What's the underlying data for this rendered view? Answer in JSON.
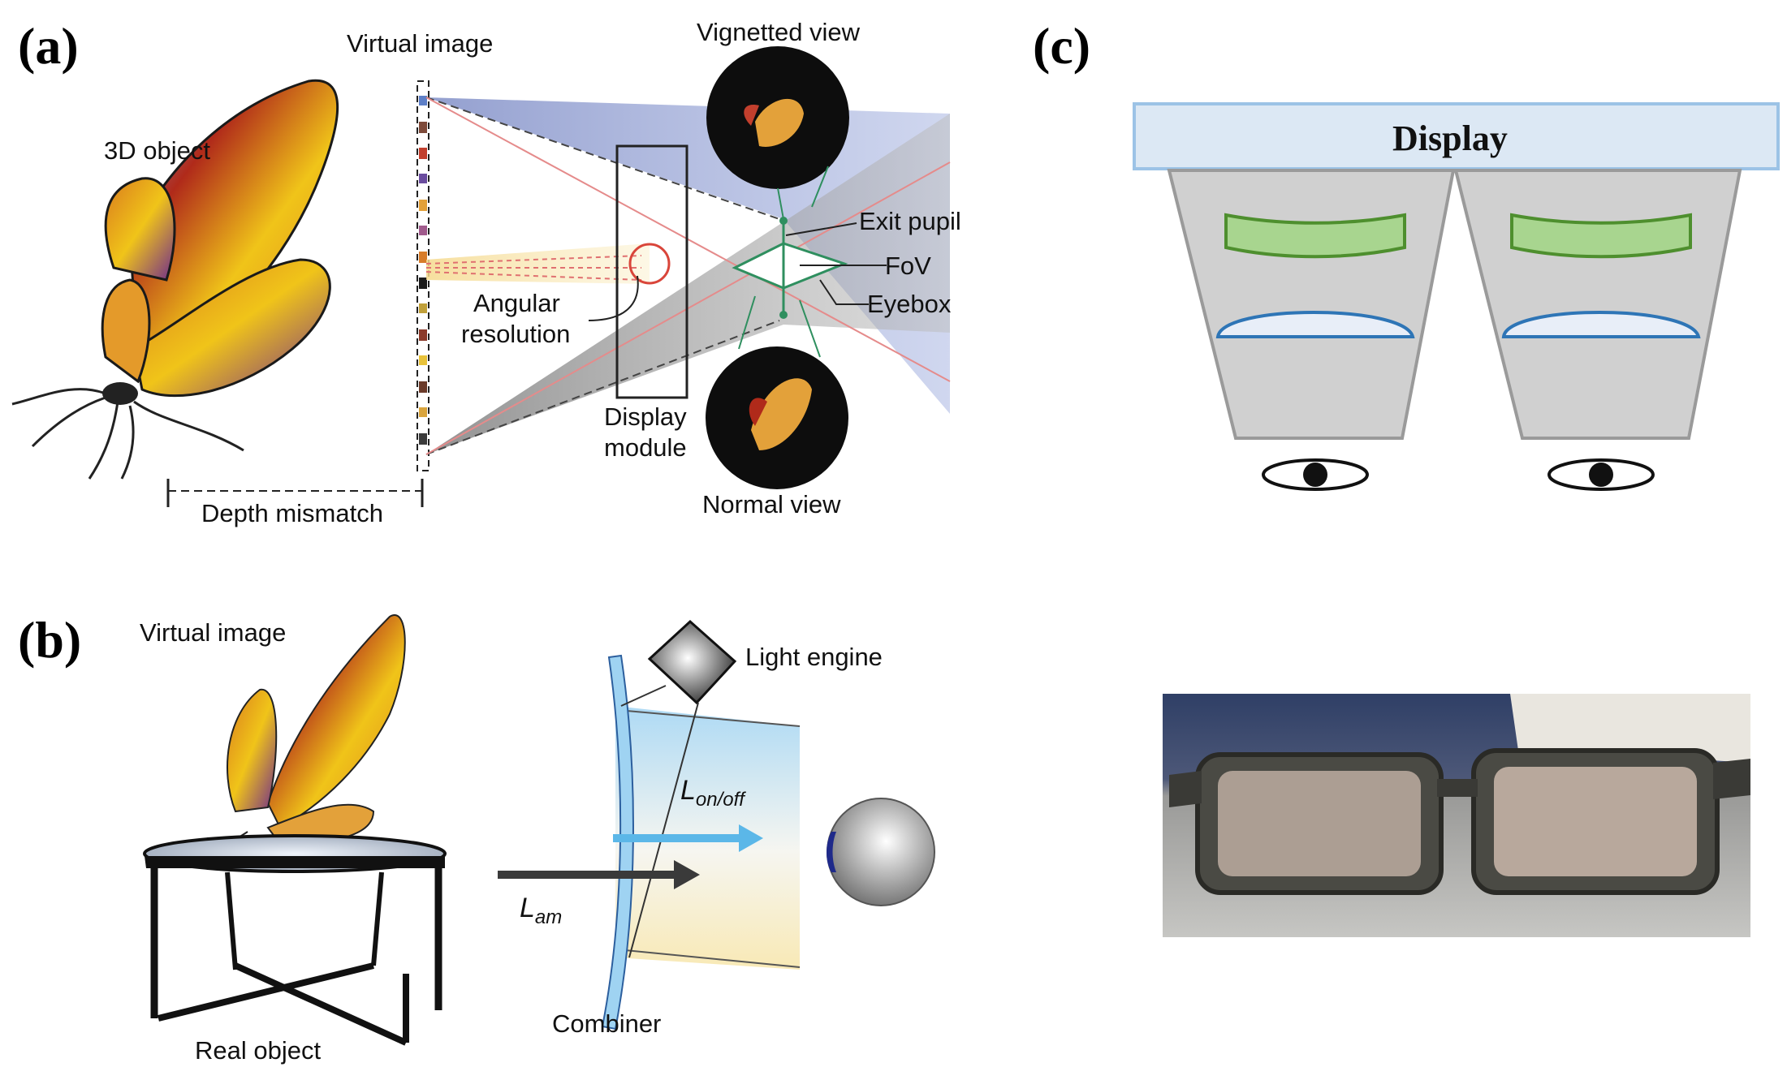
{
  "panels": {
    "a": {
      "label": "(a)",
      "object_label": "3D object",
      "virtual_image": "Virtual image",
      "vignetted_view": "Vignetted view",
      "exit_pupil": "Exit pupil",
      "fov": "FoV",
      "eyebox": "Eyebox",
      "angular_resolution_1": "Angular",
      "angular_resolution_2": "resolution",
      "display_module_1": "Display",
      "display_module_2": "module",
      "normal_view": "Normal view",
      "depth_mismatch": "Depth mismatch"
    },
    "b": {
      "label": "(b)",
      "virtual_image": "Virtual image",
      "light_engine": "Light engine",
      "l_onoff_main": "L",
      "l_onoff_sub": "on/off",
      "l_am_main": "L",
      "l_am_sub": "am",
      "combiner": "Combiner",
      "real_object": "Real object"
    },
    "c": {
      "label": "(c)",
      "display": "Display"
    }
  },
  "colors": {
    "display_bar": "#dce8f4",
    "display_border": "#9cc3e6",
    "housing": "#d0d0d0",
    "lens_green": "#a8d58f",
    "lens_green_stroke": "#4e8f2e",
    "lens_blue": "#e8eef8",
    "lens_blue_stroke": "#2e75b6",
    "wing_orange": "#d97a1e",
    "wing_yellow": "#f0c419",
    "wing_red": "#b02a1a",
    "light_blue": "#5bb7e8"
  }
}
